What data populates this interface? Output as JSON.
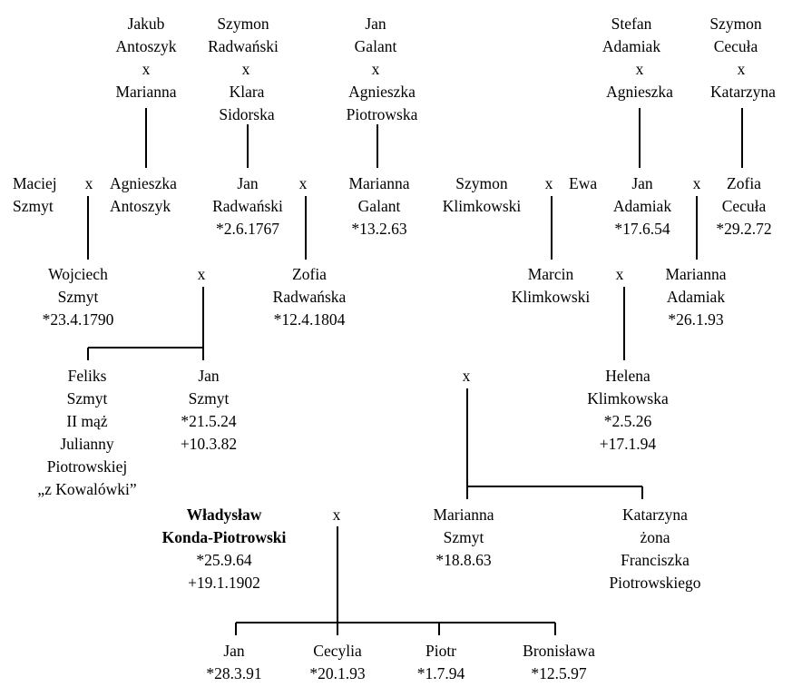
{
  "tree": {
    "persons": [
      {
        "id": "jakub-antoszyk",
        "lines": [
          "Jakub",
          "Antoszyk"
        ]
      },
      {
        "id": "marianna-antoszyk",
        "lines": [
          "Marianna"
        ]
      },
      {
        "id": "szymon-radwanski-sr",
        "lines": [
          "Szymon",
          "Radwański"
        ]
      },
      {
        "id": "klara-sidorska",
        "lines": [
          "Klara",
          "Sidorska"
        ]
      },
      {
        "id": "jan-galant",
        "lines": [
          "Jan",
          "Galant"
        ]
      },
      {
        "id": "agnieszka-piotrowska",
        "lines": [
          "Agnieszka",
          "Piotrowska"
        ]
      },
      {
        "id": "stefan-adamiak",
        "lines": [
          "Stefan",
          "Adamiak"
        ]
      },
      {
        "id": "agnieszka-adamiak",
        "lines": [
          "Agnieszka"
        ]
      },
      {
        "id": "szymon-cecula",
        "lines": [
          "Szymon",
          "Cecuła"
        ]
      },
      {
        "id": "katarzyna-cecula",
        "lines": [
          "Katarzyna"
        ]
      },
      {
        "id": "maciej-szmyt",
        "lines": [
          "Maciej",
          "Szmyt"
        ]
      },
      {
        "id": "agnieszka-antoszyk",
        "lines": [
          "Agnieszka",
          "Antoszyk"
        ]
      },
      {
        "id": "jan-radwanski",
        "lines": [
          "Jan",
          "Radwański",
          "*2.6.1767"
        ]
      },
      {
        "id": "marianna-galant",
        "lines": [
          "Marianna",
          "Galant",
          "*13.2.63"
        ]
      },
      {
        "id": "szymon-klimkowski",
        "lines": [
          "Szymon",
          "Klimkowski"
        ]
      },
      {
        "id": "ewa",
        "lines": [
          "Ewa"
        ]
      },
      {
        "id": "jan-adamiak",
        "lines": [
          "Jan",
          "Adamiak",
          "*17.6.54"
        ]
      },
      {
        "id": "zofia-cecula",
        "lines": [
          "Zofia",
          "Cecuła",
          "*29.2.72"
        ]
      },
      {
        "id": "wojciech-szmyt",
        "lines": [
          "Wojciech",
          "Szmyt",
          "*23.4.1790"
        ]
      },
      {
        "id": "zofia-radwanska",
        "lines": [
          "Zofia",
          "Radwańska",
          "*12.4.1804"
        ]
      },
      {
        "id": "marcin-klimkowski",
        "lines": [
          "Marcin",
          "Klimkowski"
        ]
      },
      {
        "id": "marianna-adamiak",
        "lines": [
          "Marianna",
          "Adamiak",
          "*26.1.93"
        ]
      },
      {
        "id": "feliks-szmyt",
        "lines": [
          "Feliks",
          "Szmyt",
          "II mąż",
          "Julianny",
          "Piotrowskiej",
          "„z Kowalówki”"
        ]
      },
      {
        "id": "jan-szmyt",
        "lines": [
          "Jan",
          "Szmyt",
          "*21.5.24",
          "+10.3.82"
        ]
      },
      {
        "id": "helena-klimkowska",
        "lines": [
          "Helena",
          "Klimkowska",
          "*2.5.26",
          "+17.1.94"
        ]
      },
      {
        "id": "wladyslaw-konda-piotrowski",
        "lines": [
          "Władysław",
          "Konda-Piotrowski",
          "*25.9.64",
          "+19.1.1902"
        ]
      },
      {
        "id": "marianna-szmyt",
        "lines": [
          "Marianna",
          "Szmyt",
          "*18.8.63"
        ]
      },
      {
        "id": "katarzyna",
        "lines": [
          "Katarzyna",
          "żona",
          "Franciszka",
          "Piotrowskiego"
        ]
      },
      {
        "id": "jan-konda",
        "lines": [
          "Jan",
          "*28.3.91"
        ]
      },
      {
        "id": "cecylia",
        "lines": [
          "Cecylia",
          "*20.1.93"
        ]
      },
      {
        "id": "piotr",
        "lines": [
          "Piotr",
          "*1.7.94"
        ]
      },
      {
        "id": "bronislawa",
        "lines": [
          "Bronisława",
          "*12.5.97"
        ]
      }
    ],
    "marriage_symbol": "x"
  }
}
